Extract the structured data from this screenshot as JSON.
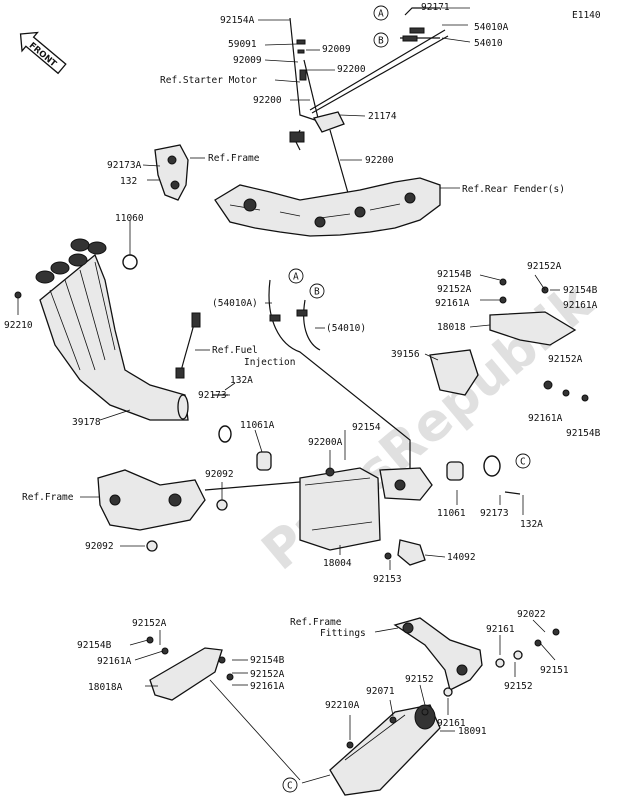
{
  "diagram_id": "E1140",
  "front_label": "FRONT",
  "watermark": "PartsRepublik",
  "labels": {
    "l92154A_t": "92154A",
    "l92171": "92171",
    "l54010A_t": "54010A",
    "l54010_t": "54010",
    "l59091": "59091",
    "l92009a": "92009",
    "l92009b": "92009",
    "l92200a": "92200",
    "lStarter": "Ref.Starter Motor",
    "l92200b": "92200",
    "l21174": "21174",
    "l92173A": "92173A",
    "lRefFrame1": "Ref.Frame",
    "l132": "132",
    "l92200c": "92200",
    "lRearFender": "Ref.Rear Fender(s)",
    "l11060": "11060",
    "l92210": "92210",
    "lFuel1": "Ref.Fuel",
    "lFuel2": "Injection",
    "l39178": "39178",
    "l54010Ap": "(54010A)",
    "l54010p": "(54010)",
    "l92154B_a": "92154B",
    "l92152A_a": "92152A",
    "l92161A_a": "92161A",
    "l92152A_b": "92152A",
    "l92154B_b": "92154B",
    "l92161A_b": "92161A",
    "l18018": "18018",
    "l39156": "39156",
    "l92152A_c": "92152A",
    "l92161A_c": "92161A",
    "l92154B_c": "92154B",
    "l132A_a": "132A",
    "l92173_a": "92173",
    "l11061A": "11061A",
    "l92200A": "92200A",
    "l92154": "92154",
    "l92092a": "92092",
    "lRefFrame2": "Ref.Frame",
    "l92092b": "92092",
    "l18004": "18004",
    "l14092": "14092",
    "l92153": "92153",
    "l11061": "11061",
    "l92173_b": "92173",
    "l132A_b": "132A",
    "l92152A_d": "92152A",
    "l92154B_d": "92154B",
    "l92161A_d": "92161A",
    "l18018A": "18018A",
    "l92154B_e": "92154B",
    "l92152A_e": "92152A",
    "l92161A_e": "92161A",
    "lFit1": "Ref.Frame",
    "lFit2": "Fittings",
    "l92022": "92022",
    "l92161a": "92161",
    "l92151": "92151",
    "l92152a": "92152",
    "l92071": "92071",
    "l92152b": "92152",
    "l92161b": "92161",
    "l92210A": "92210A",
    "l18091": "18091"
  },
  "callouts": {
    "a1": "A",
    "b1": "B",
    "a2": "A",
    "b2": "B",
    "c1": "C",
    "c2": "C"
  }
}
